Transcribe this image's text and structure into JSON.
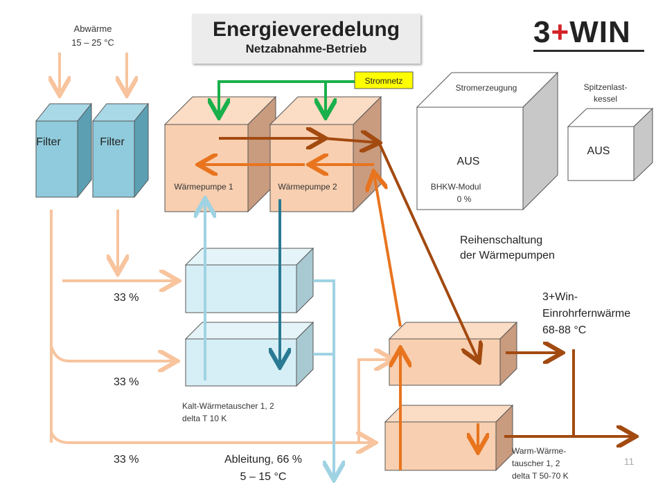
{
  "title": {
    "main": "Energieveredelung",
    "sub": "Netzabnahme-Betrieb"
  },
  "logo": {
    "text_left": "3",
    "text_plus": "+",
    "text_right": "WIN"
  },
  "source": {
    "line1": "Abwärme",
    "line2": "15 – 25 °C"
  },
  "filters": [
    "Filter",
    "Filter"
  ],
  "heat_pumps": [
    "Wärmepumpe 1",
    "Wärmepumpe 2"
  ],
  "grid_label": "Stromnetz",
  "power_gen": {
    "header": "Stromerzeugung",
    "status": "AUS",
    "label": "BHKW-Modul",
    "percent": "0 %"
  },
  "peak_boiler": {
    "header_line1": "Spitzenlast-",
    "header_line2": "kessel",
    "status": "AUS"
  },
  "series_label": {
    "line1": "Reihenschaltung",
    "line2": "der Wärmepumpen"
  },
  "district_heat": {
    "line1": "3+Win-",
    "line2": "Einrohrfernwärme",
    "line3": "68-88 °C"
  },
  "split": [
    "33 %",
    "33 %",
    "33 %"
  ],
  "cold_hx": {
    "line1": "Kalt-Wärmetauscher 1, 2",
    "line2": "delta T 10 K"
  },
  "outflow": {
    "line1": "Ableitung, 66 %",
    "line2": "5 – 15 °C"
  },
  "warm_hx": {
    "line1": "Warm-Wärme-",
    "line2": "tauscher 1, 2",
    "line3": "delta T  50-70 K"
  },
  "page_number": "11",
  "colors": {
    "filter_front": "#8fcbdc",
    "filter_side": "#5c9fb3",
    "pump_front": "#f8cfb0",
    "pump_side": "#c99b7f",
    "cold_front": "#d6eef5",
    "cold_side": "#a9c9d2",
    "grey_front": "#ffffff",
    "grey_side": "#c8c8c8",
    "flow_source": "#f7c49e",
    "flow_cold": "#9fd3e3",
    "flow_dark_blue": "#2a7a93",
    "flow_brown": "#a24a10",
    "flow_orange": "#e8741e",
    "flow_grid": "#19b04b",
    "grid_box": "#ffff00"
  }
}
